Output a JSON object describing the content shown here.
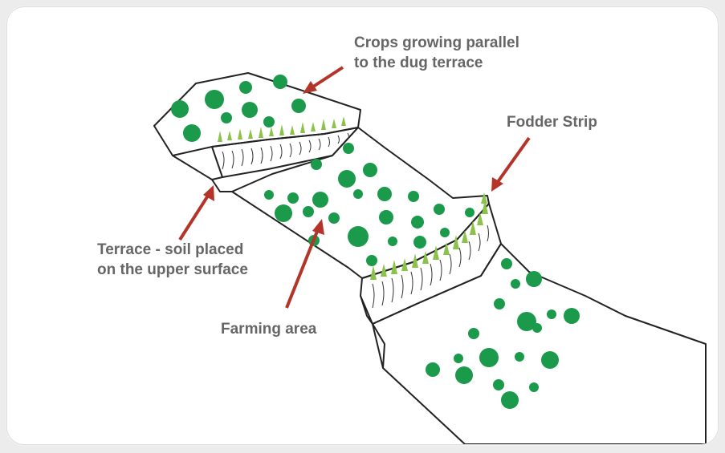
{
  "labels": {
    "crops": "Crops growing parallel\nto the dug terrace",
    "fodder": "Fodder Strip",
    "terrace": "Terrace - soil placed\non the upper surface",
    "farming": "Farming area"
  },
  "colors": {
    "crop_green": "#1a9a4a",
    "grass_green": "#8bc34a",
    "arrow_red": "#b5342a",
    "label_gray": "#666666",
    "outline": "#222222"
  }
}
